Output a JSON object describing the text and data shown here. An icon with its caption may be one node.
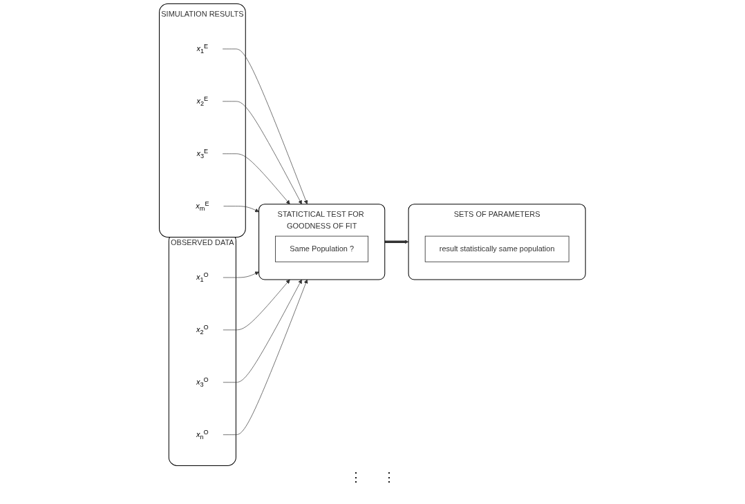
{
  "diagram": {
    "nodes": [
      {
        "text": [
          "SIMULATION RESULTS"
        ]
      },
      {
        "text": [
          "*x*$_{1}$$^{E}$"
        ],
        "in": 0
      },
      {
        "text": [
          "*x*$_{2}$$^{E}$"
        ],
        "in": 0
      },
      {
        "text": [
          "*x*$_{3}$$^{E}$"
        ],
        "in": 0
      },
      {
        "text": [
          "*x*$_{m}$$^{E}$"
        ],
        "in": 0
      },
      {
        "text": [
          "STATICTICAL TEST FOR GOODNESS OF FIT"
        ]
      },
      {
        "text": [
          "Same Population ?"
        ],
        "in": 5
      },
      {
        "text": [
          "SETS OF PARAMETERS"
        ]
      },
      {
        "text": [
          "result statistically same population"
        ],
        "in": 7
      },
      {
        "text": [
          "OBSERVED DATA"
        ]
      },
      {
        "text": [
          "*x*$_{1}$$^{O}$"
        ],
        "in": 9
      },
      {
        "text": [
          "*x*$_{2}$$^{O}$"
        ],
        "in": 9
      },
      {
        "text": [
          "*x*$_{3}$$^{O}$"
        ],
        "in": 9
      },
      {
        "text": [
          "*x*$_{n}$$^{O}$"
        ],
        "in": 9
      }
    ],
    "edges": [
      {
        "from": 1,
        "to": 5,
        "arrow": "to"
      },
      {
        "from": 2,
        "to": 5,
        "arrow": "to"
      },
      {
        "from": 3,
        "to": 5,
        "arrow": "to"
      },
      {
        "from": 4,
        "to": 5,
        "arrow": "to"
      },
      {
        "from": 10,
        "to": 5,
        "arrow": "to"
      },
      {
        "from": 11,
        "to": 5,
        "arrow": "to"
      },
      {
        "from": 12,
        "to": 5,
        "arrow": "to"
      },
      {
        "from": 13,
        "to": 5,
        "arrow": "to"
      },
      {
        "from": 5,
        "to": 7,
        "arrow": "to",
        "style": "thick"
      }
    ],
    "labels": [
      "⋮",
      "⋮"
    ]
  }
}
